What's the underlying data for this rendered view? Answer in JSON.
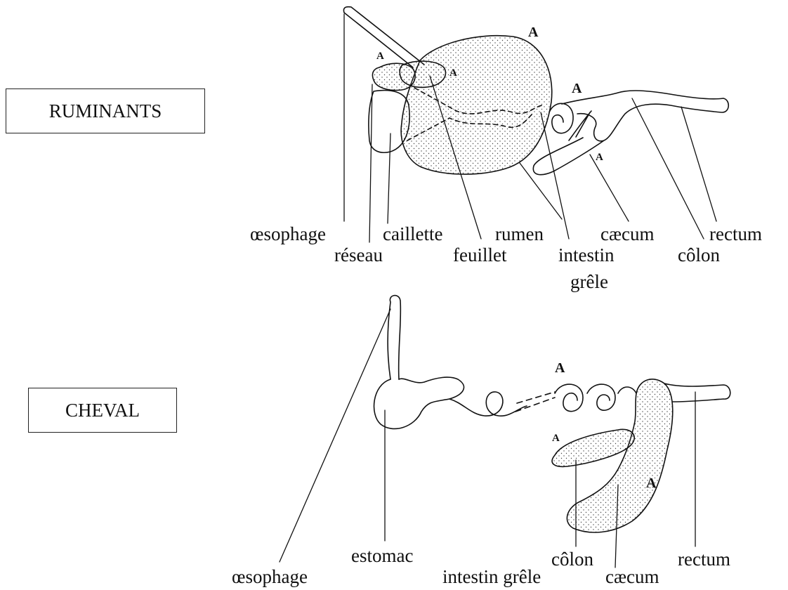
{
  "ruminants": {
    "title": "RUMINANTS",
    "marker": "A",
    "labels": {
      "oesophage": "œsophage",
      "reseau": "réseau",
      "caillette": "caillette",
      "feuillet": "feuillet",
      "rumen": "rumen",
      "intestin_line1": "intestin",
      "intestin_line2": "grêle",
      "caecum": "cæcum",
      "colon": "côlon",
      "rectum": "rectum"
    }
  },
  "cheval": {
    "title": "CHEVAL",
    "marker": "A",
    "labels": {
      "oesophage": "œsophage",
      "estomac": "estomac",
      "intestin": "intestin grêle",
      "colon": "côlon",
      "caecum": "cæcum",
      "rectum": "rectum"
    }
  }
}
